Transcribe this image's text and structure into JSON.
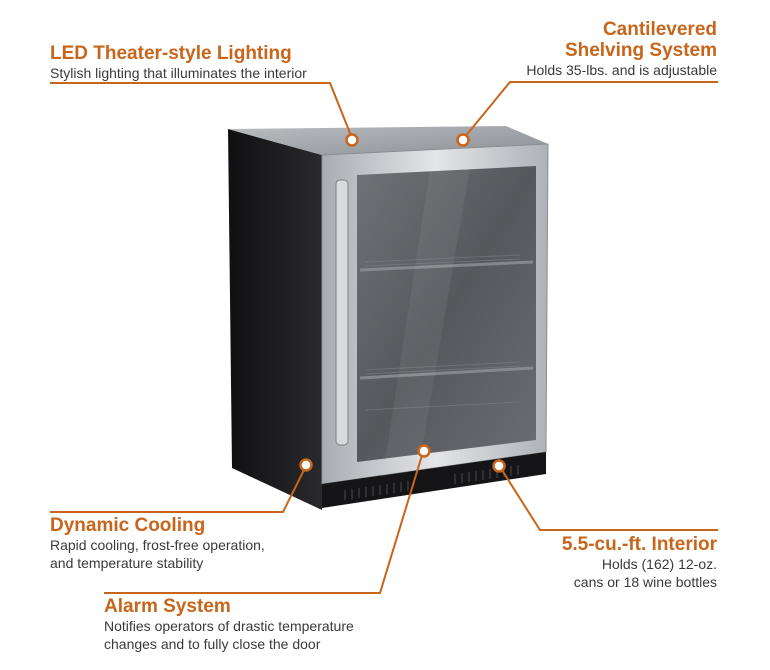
{
  "features": {
    "led": {
      "title": "LED Theater-style Lighting",
      "desc": "Stylish lighting that illuminates the interior"
    },
    "shelving": {
      "title_line1": "Cantilevered",
      "title_line2": "Shelving System",
      "desc": "Holds 35-lbs. and is adjustable"
    },
    "cooling": {
      "title": "Dynamic Cooling",
      "desc_line1": "Rapid cooling, frost-free operation,",
      "desc_line2": "and temperature stability"
    },
    "interior": {
      "title": "5.5-cu.-ft. Interior",
      "desc_line1": "Holds (162) 12-oz.",
      "desc_line2": "cans or 18 wine bottles"
    },
    "alarm": {
      "title": "Alarm System",
      "desc_line1": "Notifies operators of drastic temperature",
      "desc_line2": "changes and to fully close the door"
    }
  },
  "colors": {
    "accent": "#c8651a",
    "text": "#3a3a3a",
    "cabinet": "#1c1c1e",
    "steel": "#c9ccd0",
    "glass": "#5f6266"
  }
}
